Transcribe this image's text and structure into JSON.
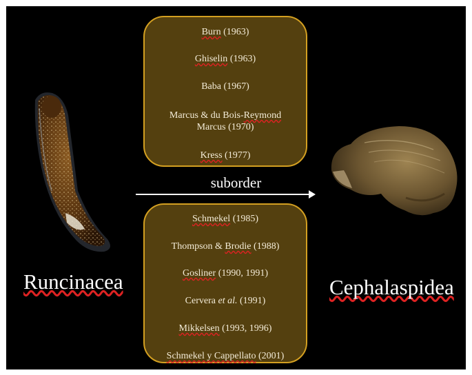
{
  "diagram": {
    "upper_box_refs": [
      [
        "Burn",
        " (1963)"
      ],
      [
        "Ghiselin",
        " (1963)"
      ],
      [
        "Baba (1967)"
      ],
      [
        "Marcus & du Bois-",
        "Reymond"
      ],
      [
        "Marcus (1970)"
      ],
      [
        "Kress",
        " (1977)"
      ]
    ],
    "arrow_label": "suborder",
    "lower_box_refs": [
      [
        "Schmekel",
        " (1985)"
      ],
      [
        "Thompson & ",
        "Brodie",
        " (1988)"
      ],
      [
        "Gosliner",
        " (1990, 1991)"
      ],
      [
        "Cervera ",
        "et al.",
        " (1991)"
      ],
      [
        "Mikkelsen",
        " (1993, 1996)"
      ],
      [
        "Schmekel y Cappellato",
        " (2001)"
      ]
    ],
    "left_taxon": "Runcinacea",
    "right_taxon": "Cephalaspidea",
    "colors": {
      "background": "#000000",
      "box_fill": "#54400f",
      "box_border": "#d4a021",
      "text": "#ffffff"
    }
  }
}
